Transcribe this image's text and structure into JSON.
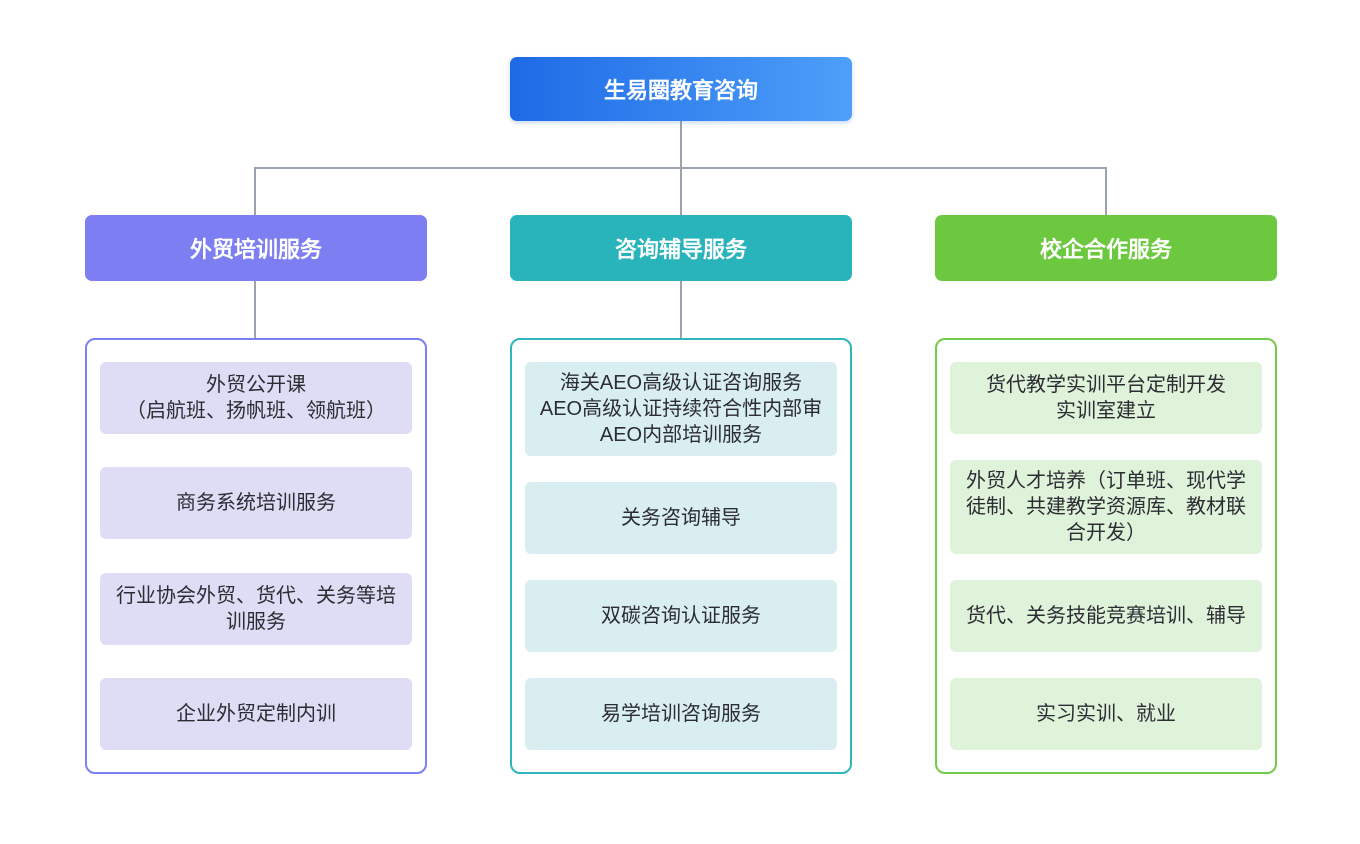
{
  "tree": {
    "root": {
      "label": "生易圈教育咨询",
      "bg_gradient_start": "#1e6ae6",
      "bg_gradient_end": "#4d9ff9"
    },
    "connector_color": "#9ba3ae",
    "branches": [
      {
        "label": "外贸培训服务",
        "accent": "#7c7ef2",
        "container_border": "#7b80ee",
        "item_bg": "#dfddf6",
        "items": [
          "外贸公开课\n（启航班、扬帆班、领航班）",
          "商务系统培训服务",
          "行业协会外贸、货代、关务等培训服务",
          "企业外贸定制内训"
        ]
      },
      {
        "label": "咨询辅导服务",
        "accent": "#28b4ba",
        "container_border": "#2fb6bd",
        "item_bg": "#d9eef0",
        "items": [
          "海关AEO高级认证咨询服务\nAEO高级认证持续符合性内部审\nAEO内部培训服务",
          "关务咨询辅导",
          "双碳咨询认证服务",
          "易学培训咨询服务"
        ]
      },
      {
        "label": "校企合作服务",
        "accent": "#6cc93f",
        "container_border": "#74ca49",
        "item_bg": "#dff3db",
        "items": [
          "货代教学实训平台定制开发\n实训室建立",
          "外贸人才培养（订单班、现代学徒制、共建教学资源库、教材联合开发）",
          "货代、关务技能竞赛培训、辅导",
          "实习实训、就业"
        ]
      }
    ]
  }
}
